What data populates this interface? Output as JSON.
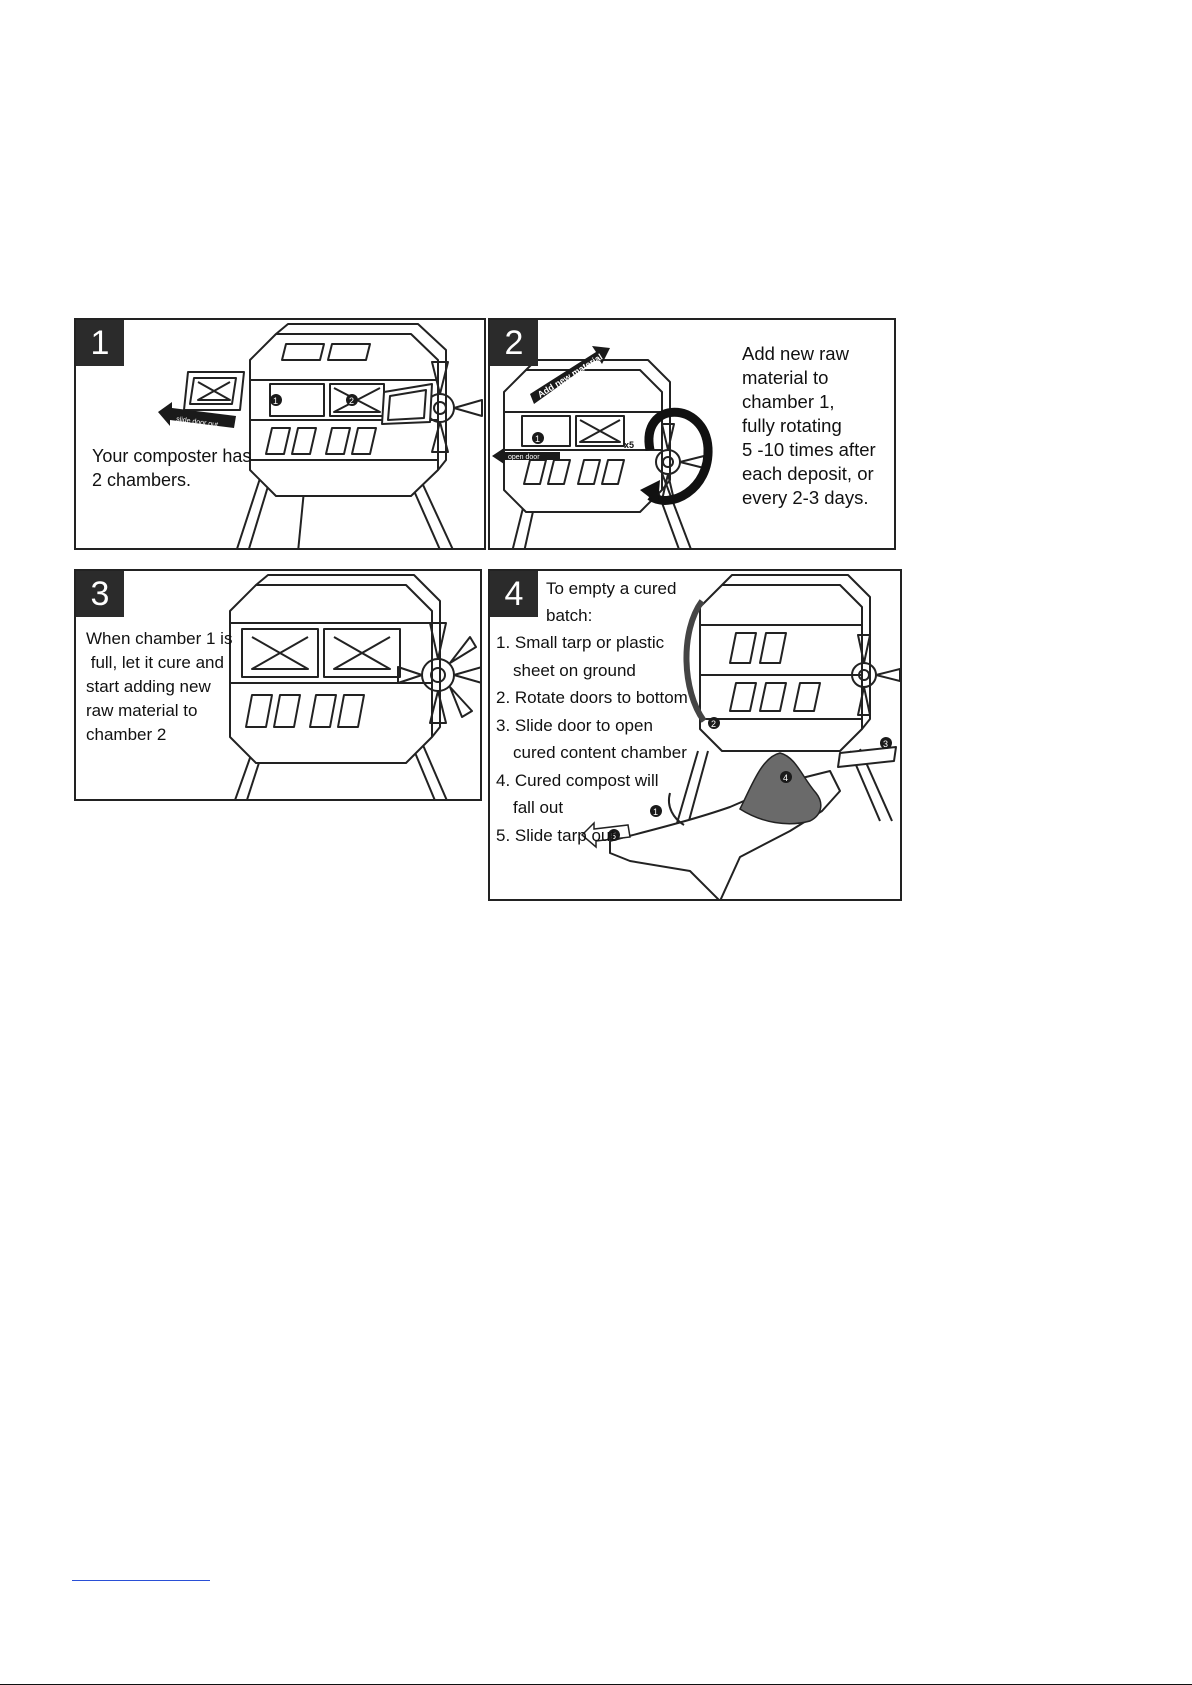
{
  "panels": [
    {
      "number": "1",
      "arrow_label": "slide door out",
      "text_lines": [
        "Your composter has",
        "2 chambers."
      ],
      "markers": [
        "1",
        "2"
      ]
    },
    {
      "number": "2",
      "arrow_label": "Add new material",
      "door_label": "open door",
      "rotation_label": "x5",
      "text_lines": [
        "Add new raw",
        "material to",
        "chamber 1,",
        "fully rotating",
        "5 -10 times after",
        "each deposit, or",
        "every 2-3 days."
      ],
      "markers": [
        "1"
      ]
    },
    {
      "number": "3",
      "text_lines": [
        "When chamber 1 is",
        " full, let it cure and",
        "start adding new",
        "raw material to",
        "chamber 2"
      ]
    },
    {
      "number": "4",
      "heading_lines": [
        "To empty a cured",
        "batch:"
      ],
      "steps": [
        [
          "1. Small tarp or plastic",
          "sheet on ground"
        ],
        [
          "2. Rotate doors to bottom"
        ],
        [
          "3. Slide door to open",
          "cured content chamber"
        ],
        [
          "4. Cured compost will",
          "fall out"
        ],
        [
          "5. Slide tarp out"
        ]
      ],
      "markers": [
        "1",
        "2",
        "3",
        "4",
        "5"
      ]
    }
  ]
}
